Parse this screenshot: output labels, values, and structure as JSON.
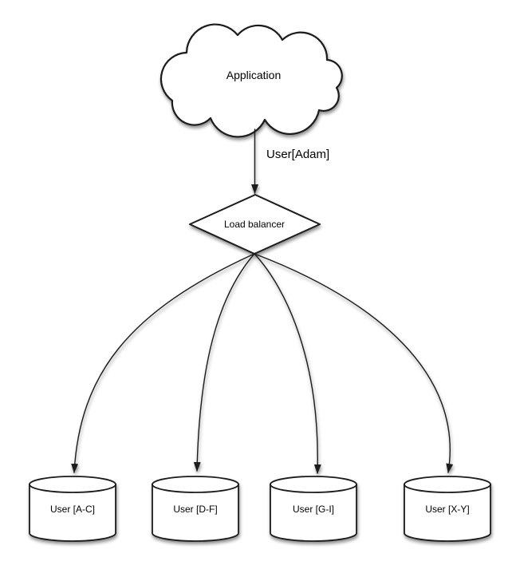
{
  "diagram": {
    "application": {
      "label": "Application"
    },
    "request_arrow_label": "User[Adam]",
    "load_balancer": {
      "label": "Load balancer"
    },
    "shards": [
      {
        "label": "User [A-C]"
      },
      {
        "label": "User [D-F]"
      },
      {
        "label": "User [G-I]"
      },
      {
        "label": "User [X-Y]"
      }
    ],
    "colors": {
      "stroke": "#1a1a1a",
      "shape_fill": "#ffffff",
      "text_color": "#000000",
      "background": "#ffffff"
    }
  }
}
